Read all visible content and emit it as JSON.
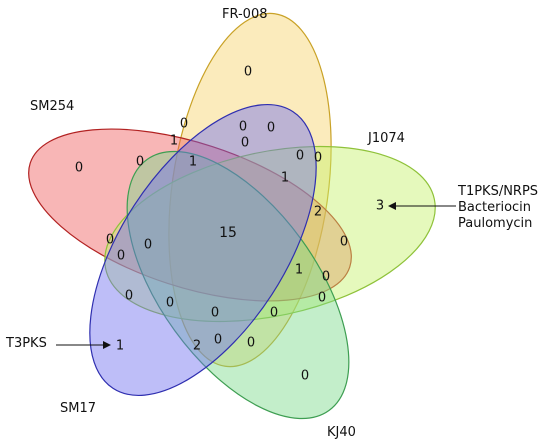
{
  "sets": [
    {
      "key": "fr008",
      "label": "FR-008",
      "fill": "#f6d36b",
      "stroke": "#c9a227"
    },
    {
      "key": "sm254",
      "label": "SM254",
      "fill": "#f05d5d",
      "stroke": "#b22222"
    },
    {
      "key": "j1074",
      "label": "J1074",
      "fill": "#c6f26b",
      "stroke": "#8fc23a"
    },
    {
      "key": "kj40",
      "label": "KJ40",
      "fill": "#79d98a",
      "stroke": "#3e9e52"
    },
    {
      "key": "sm17",
      "label": "SM17",
      "fill": "#6f6ff0",
      "stroke": "#2f2fb0"
    }
  ],
  "counts": {
    "fr008_only": "0",
    "sm254_only": "0",
    "j1074_only": "3",
    "kj40_only": "0",
    "sm17_only": "1",
    "all": "15",
    "r1": "0",
    "r2": "1",
    "r3": "0",
    "r4": "0",
    "r5": "0",
    "r6": "0",
    "r7": "1",
    "r8": "1",
    "r9": "0",
    "r10": "2",
    "r11": "0",
    "r12": "0",
    "r13": "0",
    "r14": "0",
    "r15": "1",
    "r16": "0",
    "r17": "0",
    "r18": "0",
    "r19": "0",
    "r20": "0",
    "r21": "0",
    "r22": "0",
    "r23": "2",
    "r24": "0",
    "r25": "0"
  },
  "annotations": {
    "right": [
      "T1PKS/NRPS",
      "Bacteriocin",
      "Paulomycin"
    ],
    "left": "T3PKS"
  }
}
